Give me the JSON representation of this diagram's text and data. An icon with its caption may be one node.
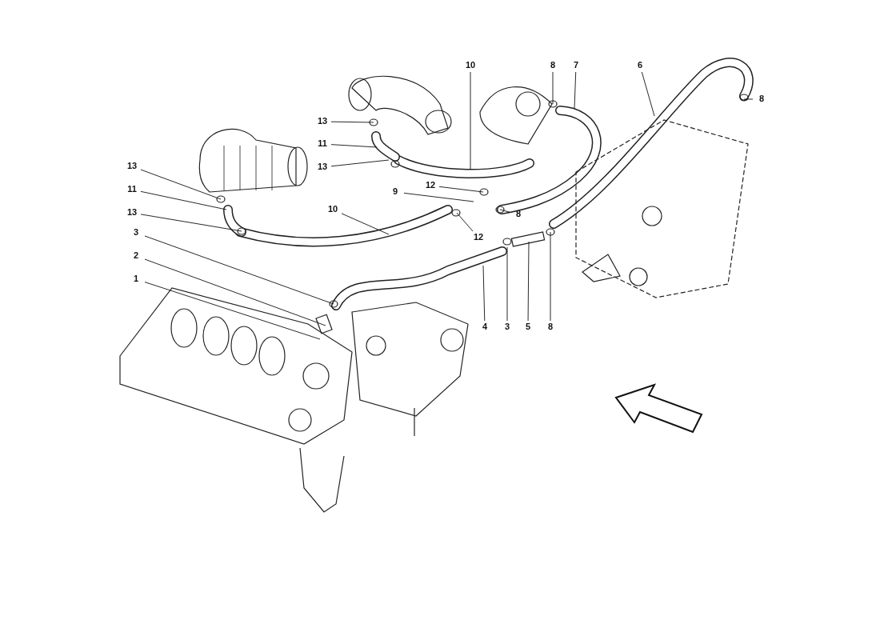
{
  "diagram": {
    "nodes": [
      {
        "text": [
          "10"
        ]
      },
      {
        "text": [
          "8"
        ]
      },
      {
        "text": [
          "7"
        ]
      },
      {
        "text": [
          "6"
        ]
      },
      {
        "text": [
          "8"
        ]
      },
      {
        "text": [
          "13"
        ]
      },
      {
        "text": [
          "11"
        ]
      },
      {
        "text": [
          "13"
        ]
      },
      {
        "text": [
          "13"
        ]
      },
      {
        "text": [
          "12"
        ]
      },
      {
        "text": [
          "9"
        ]
      },
      {
        "text": [
          "11"
        ]
      },
      {
        "text": [
          "8"
        ]
      },
      {
        "text": [
          "10"
        ]
      },
      {
        "text": [
          "13"
        ]
      },
      {
        "text": [
          "3"
        ]
      },
      {
        "text": [
          "12"
        ]
      },
      {
        "text": [
          "2"
        ]
      },
      {
        "text": [
          "1"
        ]
      },
      {
        "text": [
          "4"
        ]
      },
      {
        "text": [
          "3"
        ]
      },
      {
        "text": [
          "5"
        ]
      },
      {
        "text": [
          "8"
        ]
      }
    ],
    "edges": [
      {
        "from": 0,
        "to": null,
        "arrow": "none"
      },
      {
        "from": 1,
        "to": null,
        "arrow": "none"
      },
      {
        "from": 2,
        "to": null,
        "arrow": "none"
      },
      {
        "from": 3,
        "to": null,
        "arrow": "none"
      },
      {
        "from": 4,
        "to": null,
        "arrow": "none"
      },
      {
        "from": 5,
        "to": null,
        "arrow": "none"
      },
      {
        "from": 6,
        "to": null,
        "arrow": "none"
      },
      {
        "from": 7,
        "to": null,
        "arrow": "none"
      },
      {
        "from": 8,
        "to": null,
        "arrow": "none"
      },
      {
        "from": 9,
        "to": null,
        "arrow": "none"
      },
      {
        "from": 10,
        "to": null,
        "arrow": "none"
      },
      {
        "from": 11,
        "to": null,
        "arrow": "none"
      },
      {
        "from": 12,
        "to": null,
        "arrow": "none"
      },
      {
        "from": 13,
        "to": null,
        "arrow": "none"
      },
      {
        "from": 14,
        "to": null,
        "arrow": "none"
      },
      {
        "from": 15,
        "to": null,
        "arrow": "none"
      },
      {
        "from": 16,
        "to": null,
        "arrow": "none"
      },
      {
        "from": 17,
        "to": null,
        "arrow": "none"
      },
      {
        "from": 18,
        "to": null,
        "arrow": "none"
      },
      {
        "from": 19,
        "to": null,
        "arrow": "none"
      },
      {
        "from": 20,
        "to": null,
        "arrow": "none"
      },
      {
        "from": 21,
        "to": null,
        "arrow": "none"
      },
      {
        "from": 22,
        "to": null,
        "arrow": "none"
      }
    ]
  }
}
